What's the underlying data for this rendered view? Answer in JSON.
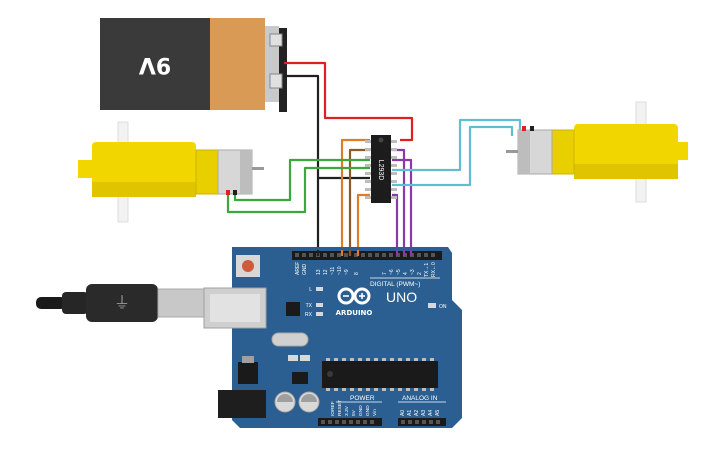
{
  "colors": {
    "board": "#2b5f91",
    "board_dark": "#1e476e",
    "motor_yellow": "#f2d600",
    "motor_metal": "#d7d7d7",
    "battery_body": "#3a3a3a",
    "battery_label": "#d99a55",
    "wire_red": "#e02020",
    "wire_black": "#202020",
    "wire_orange": "#e07b28",
    "wire_brown": "#8b5a2b",
    "wire_purple": "#8a3aa8",
    "wire_cyan": "#5fbfd0",
    "wire_green": "#3aa83a"
  },
  "battery": {
    "label": "9V"
  },
  "ic": {
    "label": "L293D"
  },
  "arduino": {
    "brand": "ARDUINO",
    "model": "UNO",
    "digital_label": "DIGITAL (PWM~)",
    "power_label": "POWER",
    "analog_label": "ANALOG IN",
    "on_label": "ON",
    "l_label": "L",
    "tx_label": "TX",
    "rx_label": "RX",
    "top_pins": [
      "AREF",
      "GND",
      "13",
      "12",
      "~11",
      "~10",
      "~9",
      "8",
      "7",
      "~6",
      "~5",
      "4",
      "~3",
      "2",
      "TX→1",
      "RX←0"
    ],
    "power_pins": [
      "IOREF",
      "RESET",
      "3.3V",
      "5V",
      "GND",
      "GND",
      "Vin"
    ],
    "analog_pins": [
      "A0",
      "A1",
      "A2",
      "A3",
      "A4",
      "A5"
    ]
  }
}
